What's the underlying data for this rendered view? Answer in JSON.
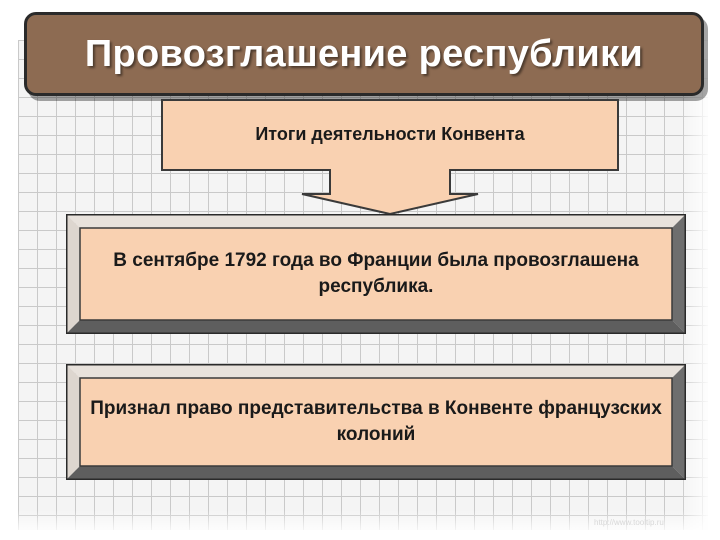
{
  "header": {
    "title": "Провозглашение республики"
  },
  "callout": {
    "label": "Итоги деятельности Конвента"
  },
  "boxes": [
    {
      "text": "В сентябре 1792 года во Франции была провозглашена республика."
    },
    {
      "text": "Признал право представительства в Конвенте французских колоний"
    }
  ],
  "watermark": "http://www.tooltip.ru",
  "colors": {
    "header_fill": "#8d6b52",
    "box_fill": "#f9d1b1",
    "bevel_light": "#e8e2dc",
    "bevel_dark": "#6e6e6e",
    "outline": "#2a2a2a"
  }
}
